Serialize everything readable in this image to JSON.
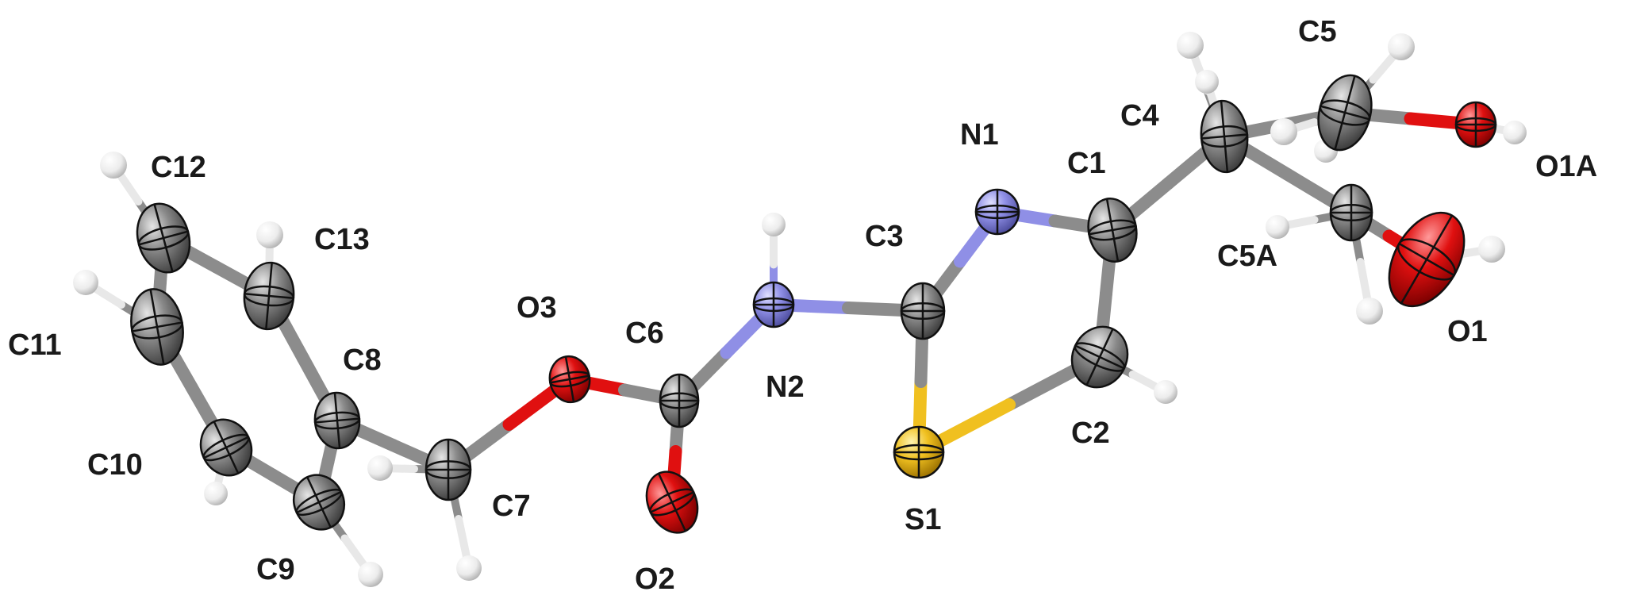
{
  "diagram": {
    "atoms": [
      {
        "id": "C1",
        "element": "C",
        "label": "C1"
      },
      {
        "id": "C2",
        "element": "C",
        "label": "C2"
      },
      {
        "id": "C3",
        "element": "C",
        "label": "C3"
      },
      {
        "id": "C4",
        "element": "C",
        "label": "C4"
      },
      {
        "id": "C5",
        "element": "C",
        "label": "C5"
      },
      {
        "id": "C5A",
        "element": "C",
        "label": "C5A"
      },
      {
        "id": "C6",
        "element": "C",
        "label": "C6"
      },
      {
        "id": "C7",
        "element": "C",
        "label": "C7"
      },
      {
        "id": "C8",
        "element": "C",
        "label": "C8"
      },
      {
        "id": "C9",
        "element": "C",
        "label": "C9"
      },
      {
        "id": "C10",
        "element": "C",
        "label": "C10"
      },
      {
        "id": "C11",
        "element": "C",
        "label": "C11"
      },
      {
        "id": "C12",
        "element": "C",
        "label": "C12"
      },
      {
        "id": "C13",
        "element": "C",
        "label": "C13"
      },
      {
        "id": "N1",
        "element": "N",
        "label": "N1"
      },
      {
        "id": "N2",
        "element": "N",
        "label": "N2"
      },
      {
        "id": "O1",
        "element": "O",
        "label": "O1"
      },
      {
        "id": "O1A",
        "element": "O",
        "label": "O1A"
      },
      {
        "id": "O2",
        "element": "O",
        "label": "O2"
      },
      {
        "id": "O3",
        "element": "O",
        "label": "O3"
      },
      {
        "id": "S1",
        "element": "S",
        "label": "S1"
      }
    ],
    "bonds": [
      [
        "C8",
        "C9"
      ],
      [
        "C9",
        "C10"
      ],
      [
        "C10",
        "C11"
      ],
      [
        "C11",
        "C12"
      ],
      [
        "C12",
        "C13"
      ],
      [
        "C13",
        "C8"
      ],
      [
        "C8",
        "C7"
      ],
      [
        "C7",
        "O3"
      ],
      [
        "O3",
        "C6"
      ],
      [
        "C6",
        "O2"
      ],
      [
        "C6",
        "N2"
      ],
      [
        "N2",
        "C3"
      ],
      [
        "C3",
        "N1"
      ],
      [
        "N1",
        "C1"
      ],
      [
        "C1",
        "C2"
      ],
      [
        "C2",
        "S1"
      ],
      [
        "S1",
        "C3"
      ],
      [
        "C1",
        "C4"
      ],
      [
        "C4",
        "C5"
      ],
      [
        "C4",
        "C5A"
      ],
      [
        "C5",
        "O1A"
      ],
      [
        "C5A",
        "O1"
      ]
    ],
    "element_colors": {
      "C": "#8c8c8c",
      "N": "#8f8fe6",
      "O": "#e01010",
      "S": "#f0c020",
      "H": "#f0f0f0"
    }
  }
}
